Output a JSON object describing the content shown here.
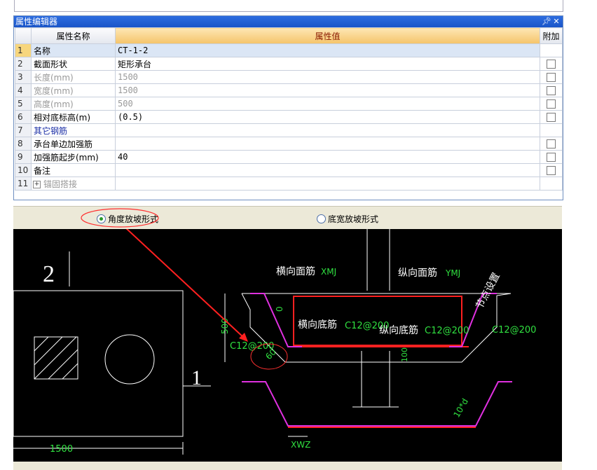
{
  "panel": {
    "title": "属性编辑器",
    "pin_icon": "pin-icon",
    "close_icon": "close-icon"
  },
  "grid": {
    "headers": {
      "name": "属性名称",
      "value": "属性值",
      "attach": "附加"
    },
    "rows": [
      {
        "num": "1",
        "name": "名称",
        "value": "CT-1-2"
      },
      {
        "num": "2",
        "name": "截面形状",
        "value": "矩形承台"
      },
      {
        "num": "3",
        "name": "长度(mm)",
        "value": "1500"
      },
      {
        "num": "4",
        "name": "宽度(mm)",
        "value": "1500"
      },
      {
        "num": "5",
        "name": "高度(mm)",
        "value": "500"
      },
      {
        "num": "6",
        "name": "相对底标高(m)",
        "value": "(0.5)"
      },
      {
        "num": "7",
        "name": "其它钢筋",
        "value": ""
      },
      {
        "num": "8",
        "name": "承台单边加强筋",
        "value": ""
      },
      {
        "num": "9",
        "name": "加强筋起步(mm)",
        "value": "40"
      },
      {
        "num": "10",
        "name": "备注",
        "value": ""
      },
      {
        "num": "11",
        "name": "锚固搭接",
        "value": ""
      }
    ]
  },
  "radio": {
    "option1": "角度放坡形式",
    "option2": "底宽放坡形式",
    "selected": "角度放坡形式"
  },
  "drawing": {
    "label_2": "2",
    "label_1": "1",
    "dim_1500": "1500",
    "dim_500": "500",
    "dim_0": "0",
    "dim_100": "100",
    "angle": "60",
    "top_h": "横向面筋",
    "top_h_code": "XMJ",
    "top_v": "纵向面筋",
    "top_v_code": "YMJ",
    "node": "节点设置",
    "bot_h": "横向底筋",
    "bot_h_spec": "C12@200",
    "bot_v": "纵向底筋",
    "bot_v_spec": "C12@200",
    "left_spec": "C12@200",
    "right_spec": "C12@200",
    "len10d": "10*d",
    "xwz": "XWZ",
    "colors": {
      "red": "#ff2020",
      "magenta": "#e030e0",
      "green": "#30e040",
      "white": "#ffffff"
    }
  }
}
